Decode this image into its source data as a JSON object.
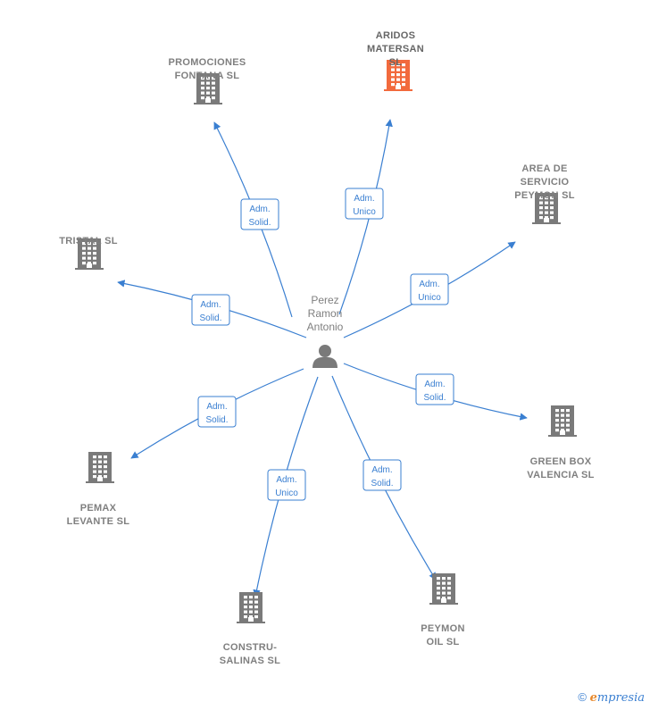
{
  "colors": {
    "edge": "#3a7fd1",
    "building": "#7a7a7a",
    "building_highlight": "#f26a3d"
  },
  "person": {
    "lines": [
      "Perez",
      "Ramon",
      "Antonio"
    ],
    "icon": "person-icon"
  },
  "companies": [
    {
      "id": "promociones-fontana",
      "lines": [
        "PROMOCIONES",
        "FONTANA SL"
      ],
      "role": [
        "Adm.",
        "Solid."
      ],
      "highlight": false
    },
    {
      "id": "aridos-matersan",
      "lines": [
        "ARIDOS",
        "MATERSAN",
        "SL"
      ],
      "role": [
        "Adm.",
        "Unico"
      ],
      "highlight": true
    },
    {
      "id": "area-de-servicio-peymon",
      "lines": [
        "AREA DE",
        "SERVICIO",
        "PEYMON SL"
      ],
      "role": [
        "Adm.",
        "Unico"
      ],
      "highlight": false
    },
    {
      "id": "tristal",
      "lines": [
        "TRISTAL SL"
      ],
      "role": [
        "Adm.",
        "Solid."
      ],
      "highlight": false
    },
    {
      "id": "green-box-valencia",
      "lines": [
        "GREEN BOX",
        "VALENCIA  SL"
      ],
      "role": [
        "Adm.",
        "Solid."
      ],
      "highlight": false
    },
    {
      "id": "pemax-levante",
      "lines": [
        "PEMAX",
        "LEVANTE  SL"
      ],
      "role": [
        "Adm.",
        "Solid."
      ],
      "highlight": false
    },
    {
      "id": "constru-salinas",
      "lines": [
        "CONSTRU-",
        "SALINAS  SL"
      ],
      "role": [
        "Adm.",
        "Unico"
      ],
      "highlight": false
    },
    {
      "id": "peymon-oil",
      "lines": [
        "PEYMON",
        "OIL  SL"
      ],
      "role": [
        "Adm.",
        "Solid."
      ],
      "highlight": false
    }
  ],
  "footer": {
    "copyright": "©",
    "brand_initial": "e",
    "brand_rest": "mpresia"
  }
}
